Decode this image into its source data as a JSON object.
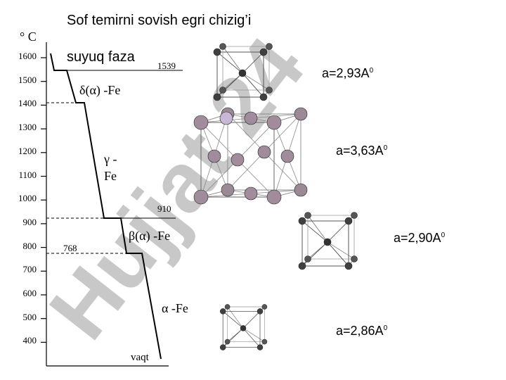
{
  "title": "Sof temirni sovish egri chizig’i",
  "y_axis_unit": "° C",
  "x_axis_label": "vaqt",
  "y_ticks": [
    "1600",
    "1500",
    "1400",
    "1300",
    "1200",
    "1100",
    "1000",
    "900",
    "800",
    "700",
    "600",
    "500",
    "400"
  ],
  "liquid_label": "suyuq faza",
  "temps": {
    "t1539": "1539",
    "t910": "910",
    "t768": "768"
  },
  "phases": {
    "delta": "δ(α) -Fe",
    "gamma_line1": "γ -",
    "gamma_line2": "Fe",
    "beta": "β(α) -Fe",
    "alpha": "α -Fe"
  },
  "lattice": [
    {
      "value": "a=2,93A",
      "sup": "0"
    },
    {
      "value": "a=3,63A",
      "sup": "0"
    },
    {
      "value": "a=2,90A",
      "sup": "0"
    },
    {
      "value": "a=2,86A",
      "sup": "0"
    }
  ],
  "watermark": "Hujjat 24",
  "colors": {
    "watermark_gray": "#c8c8c8",
    "watermark_purple": "#b07fdc",
    "atom_dark": "#404040",
    "atom_fcc": "#a08c9a"
  }
}
